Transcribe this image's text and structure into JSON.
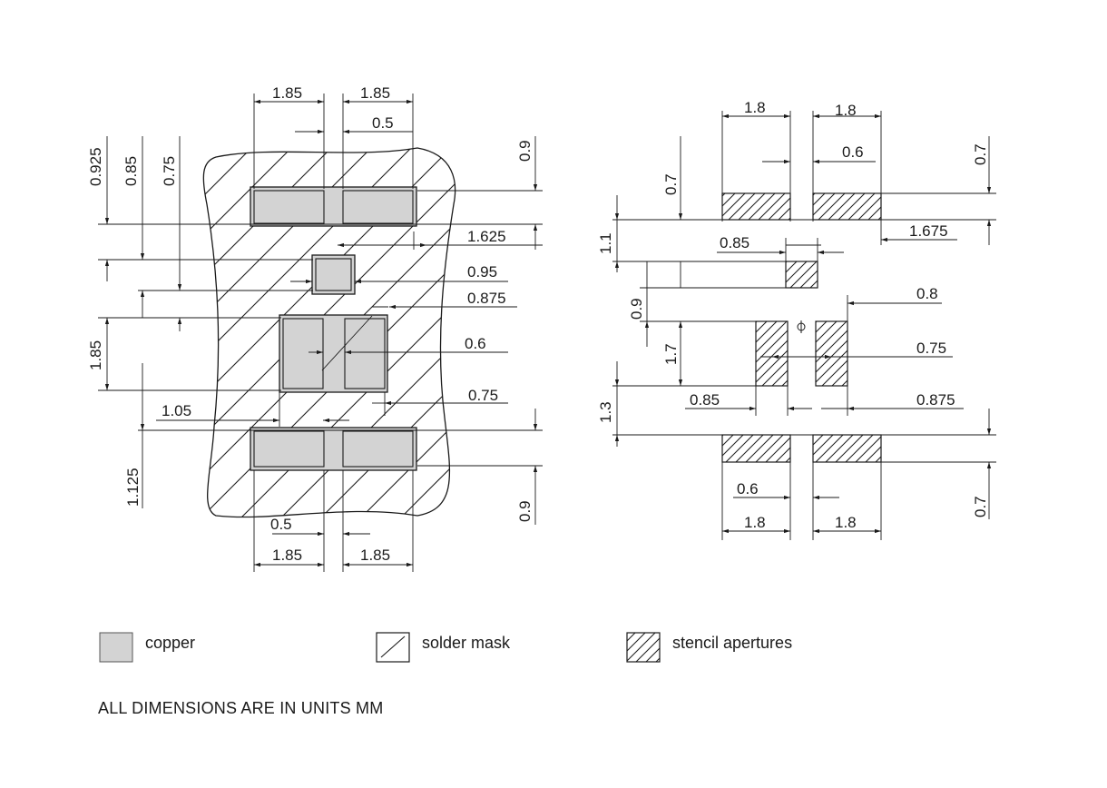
{
  "left_view": {
    "dims": {
      "top_w1": "1.85",
      "top_w2": "1.85",
      "top_gap": "0.5",
      "v_0925": "0.925",
      "v_085": "0.85",
      "v_075": "0.75",
      "v_09_top": "0.9",
      "d_1625": "1.625",
      "d_095": "0.95",
      "d_0875": "0.875",
      "d_06": "0.6",
      "v_185": "1.85",
      "d_075": "0.75",
      "d_105": "1.05",
      "v_1125": "1.125",
      "v_09_bot": "0.9",
      "bot_gap": "0.5",
      "bot_w1": "1.85",
      "bot_w2": "1.85"
    }
  },
  "right_view": {
    "dims": {
      "top_w1": "1.8",
      "top_w2": "1.8",
      "top_gap": "0.6",
      "v_07_a": "0.7",
      "v_07_top": "0.7",
      "v_11": "1.1",
      "d_1675": "1.675",
      "d_085_a": "0.85",
      "v_09": "0.9",
      "d_08": "0.8",
      "v_17": "1.7",
      "d_075": "0.75",
      "d_085_b": "0.85",
      "d_0875": "0.875",
      "v_13": "1.3",
      "bot_gap": "0.6",
      "bot_w1": "1.8",
      "bot_w2": "1.8",
      "v_07_bot": "0.7"
    }
  },
  "legend": {
    "copper": "copper",
    "solder_mask": "solder mask",
    "stencil": "stencil apertures"
  },
  "note": "ALL DIMENSIONS ARE IN UNITS MM"
}
